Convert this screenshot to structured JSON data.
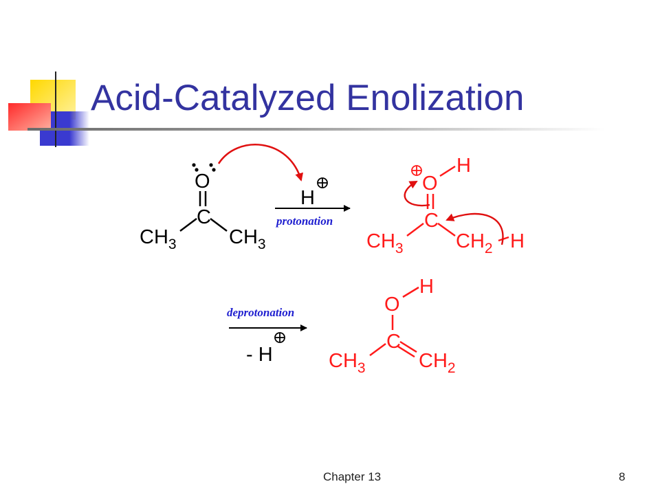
{
  "slide": {
    "title": "Acid-Catalyzed Enolization",
    "footer": "Chapter 13",
    "page_number": "8"
  },
  "scheme": {
    "step1_label": "protonation",
    "step2_label": "deprotonation",
    "proton_reagent": "H",
    "minus_proton_reagent": "- H",
    "acetone": {
      "oxygen": "O",
      "carbon": "C",
      "left_group": "CH",
      "right_group": "CH",
      "sub": "3"
    },
    "oxonium": {
      "oxygen": "O",
      "hydrogen": "H",
      "carbon": "C",
      "left_group": "CH",
      "left_sub": "3",
      "right_group": "CH",
      "right_sub": "2",
      "right_h": "H"
    },
    "enol": {
      "oxygen": "O",
      "hydrogen": "H",
      "carbon": "C",
      "left_group": "CH",
      "left_sub": "3",
      "right_group": "CH",
      "right_sub": "2"
    }
  },
  "colors": {
    "title": "#3333a0",
    "reactant": "#000000",
    "product": "#ff1a1a",
    "arrow_curved": "#e01010",
    "condition_text": "#1f1fd0"
  },
  "icons": [
    "plus-circle-icon",
    "lone-pair-icon",
    "curved-arrow-icon",
    "reaction-arrow-icon"
  ]
}
